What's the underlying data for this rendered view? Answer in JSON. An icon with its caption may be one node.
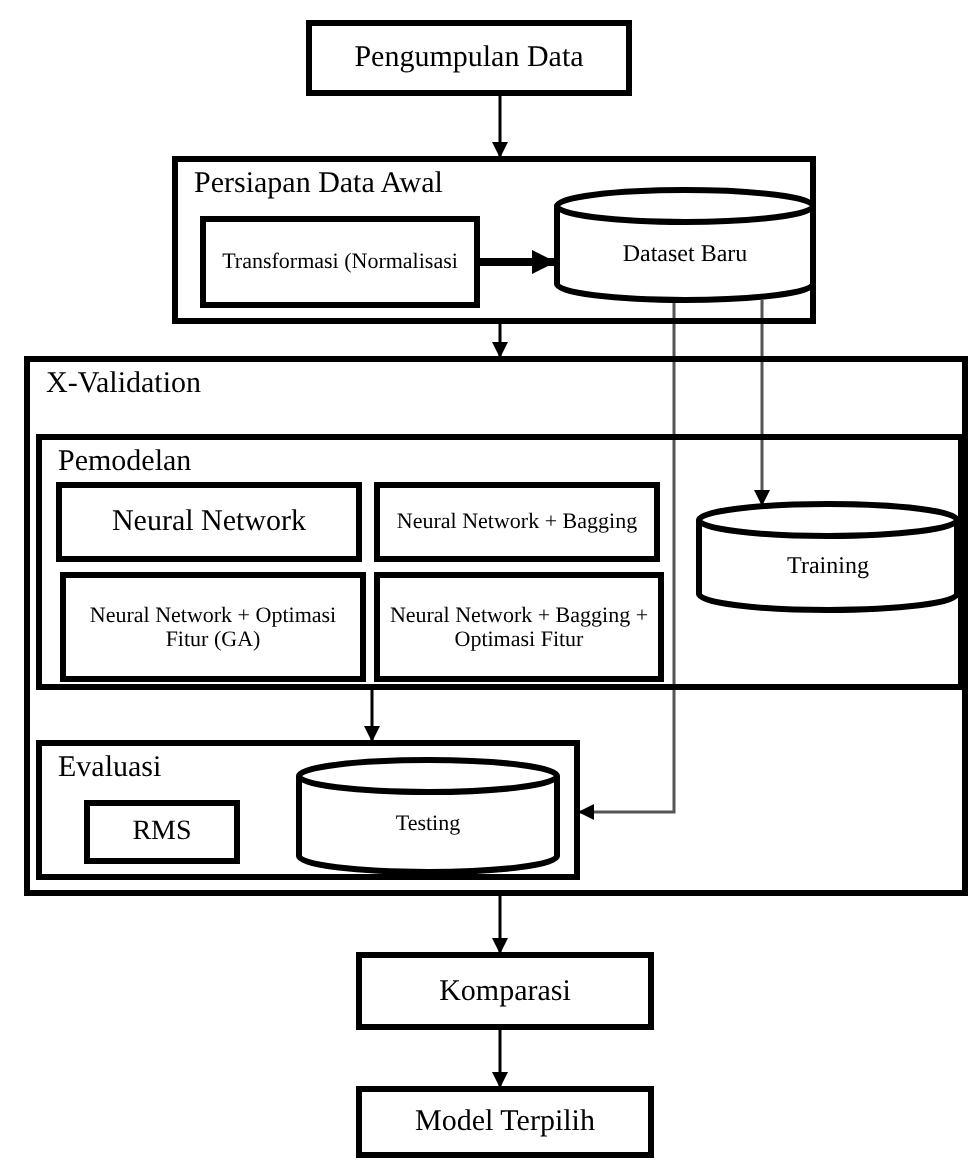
{
  "diagram": {
    "nodes": [
      {
        "text": [
          "Pengumpulan Data"
        ]
      },
      {
        "text": [
          "Persiapan Data Awal"
        ]
      },
      {
        "text": [
          "Transformasi (Normalisasi"
        ],
        "in": 1
      },
      {
        "text": [
          "Dataset Baru"
        ],
        "in": 1
      },
      {
        "text": [
          "X-Validation"
        ]
      },
      {
        "text": [
          "Pemodelan"
        ],
        "in": 4
      },
      {
        "text": [
          "Neural Network"
        ],
        "in": 5
      },
      {
        "text": [
          "Neural Network + Bagging"
        ],
        "in": 5
      },
      {
        "text": [
          "Neural Network + Optimasi Fitur (GA)"
        ],
        "in": 5
      },
      {
        "text": [
          "Neural Network + Bagging + Optimasi Fitur"
        ],
        "in": 5
      },
      {
        "text": [
          "Training"
        ],
        "in": 5
      },
      {
        "text": [
          "Evaluasi"
        ],
        "in": 4
      },
      {
        "text": [
          "RMS"
        ],
        "in": 11
      },
      {
        "text": [
          "Testing"
        ],
        "in": 11
      },
      {
        "text": [
          "Komparasi"
        ]
      },
      {
        "text": [
          "Model Terpilih"
        ]
      }
    ],
    "edges": [
      {
        "from": 0,
        "to": 1,
        "arrow": "to"
      },
      {
        "from": 2,
        "to": 3,
        "arrow": "to",
        "style": "thick"
      },
      {
        "from": 1,
        "to": 4,
        "arrow": "to"
      },
      {
        "from": 3,
        "to": 10,
        "arrow": "to"
      },
      {
        "from": 3,
        "to": 11,
        "arrow": "to"
      },
      {
        "from": 5,
        "to": 11,
        "arrow": "to"
      },
      {
        "from": 4,
        "to": 14,
        "arrow": "to"
      },
      {
        "from": 14,
        "to": 15,
        "arrow": "to"
      }
    ]
  }
}
